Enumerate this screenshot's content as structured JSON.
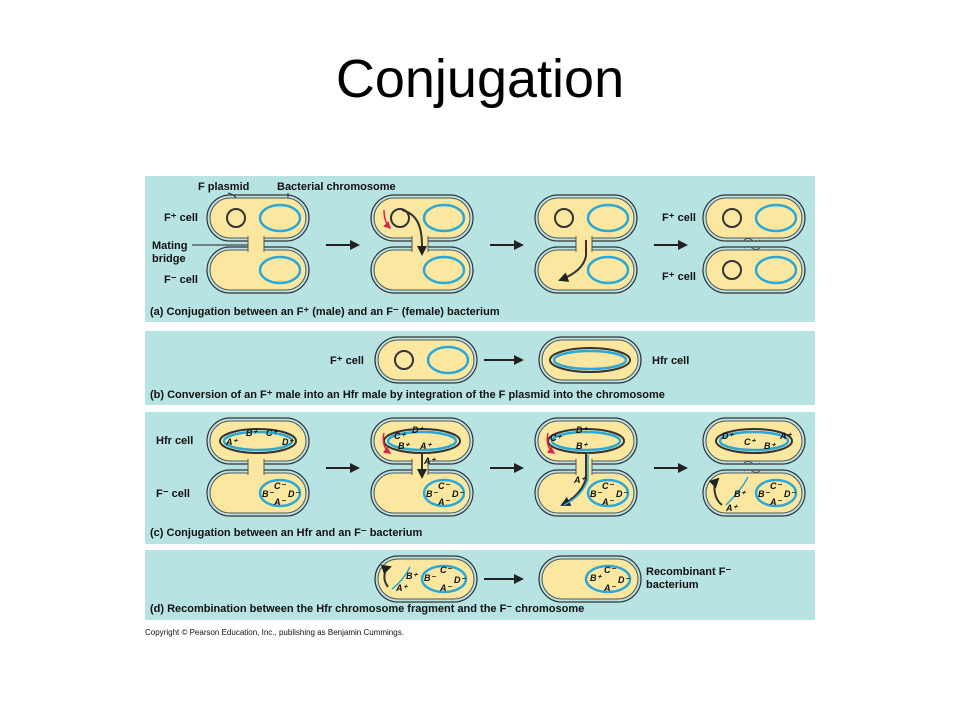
{
  "title": "Conjugation",
  "colors": {
    "panel": "#b7e3e3",
    "cell": "#fbe7a0",
    "chromosome": "#2aa8d8",
    "plasmid": "#333333",
    "arrow": "#222222",
    "red_arrow": "#e0204a"
  },
  "labels": {
    "f_plasmid": "F plasmid",
    "bacterial_chromosome": "Bacterial chromosome",
    "f_plus_cell": "F⁺ cell",
    "f_minus_cell": "F⁻ cell",
    "mating": "Mating",
    "bridge": "bridge",
    "hfr_cell": "Hfr cell",
    "recombinant_1": "Recombinant F⁻",
    "recombinant_2": "bacterium"
  },
  "genes": {
    "a_plus": "A⁺",
    "b_plus": "B⁺",
    "c_plus": "C⁺",
    "d_plus": "D⁺",
    "a_minus": "A⁻",
    "b_minus": "B⁻",
    "c_minus": "C⁻",
    "d_minus": "D⁻"
  },
  "panels": [
    {
      "caption": "(a) Conjugation between an F⁺ (male) and an F⁻ (female) bacterium"
    },
    {
      "caption": "(b) Conversion of an F⁺ male into an Hfr male by integration of the F plasmid into the chromosome"
    },
    {
      "caption": "(c) Conjugation between an Hfr and an  F⁻ bacterium"
    },
    {
      "caption": "(d) Recombination between the Hfr chromosome fragment and the F⁻ chromosome"
    }
  ],
  "copyright": "Copyright © Pearson Education, Inc., publishing as Benjamin Cummings."
}
